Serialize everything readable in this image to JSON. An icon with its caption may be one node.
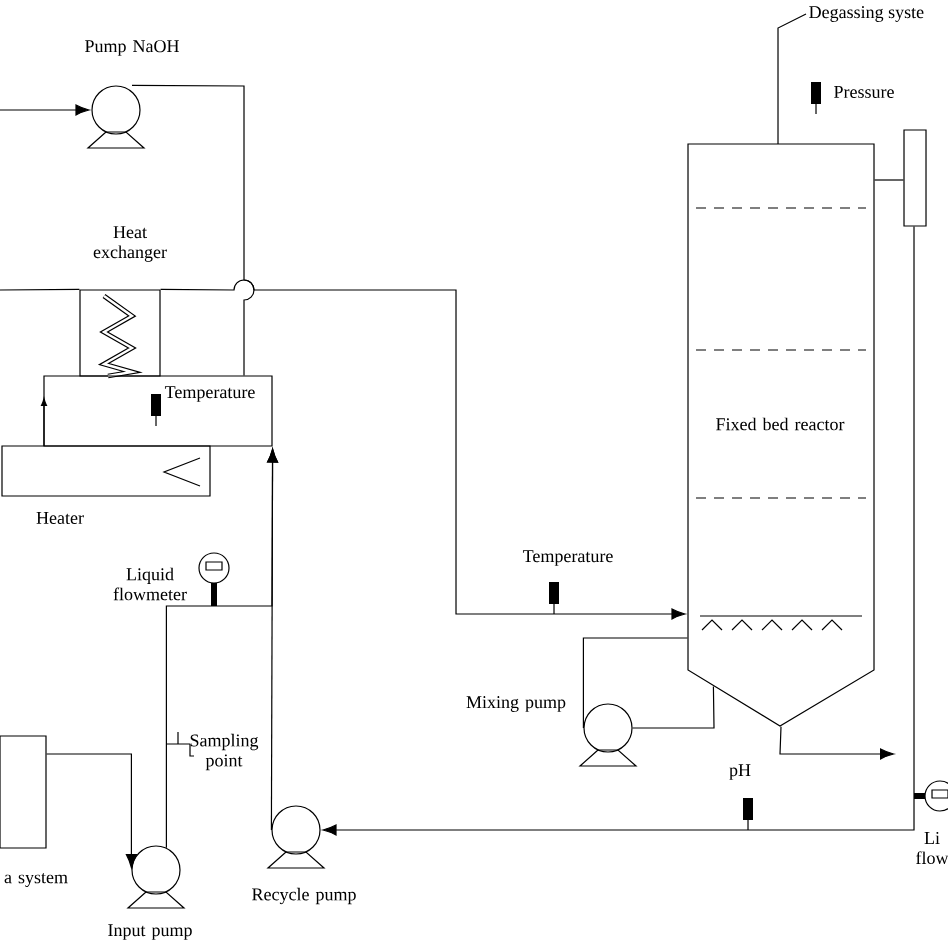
{
  "diagram": {
    "nodes": [
      {
        "text": [
          "Pump NaOH"
        ]
      },
      {
        "text": [
          "Heat exchanger"
        ]
      },
      {
        "text": [],
        "shape": "box"
      },
      {
        "text": [
          "Heater"
        ]
      },
      {
        "text": [
          "Fixed bed reactor"
        ]
      },
      {
        "text": [
          "Degassing syste"
        ]
      },
      {
        "text": [],
        "shape": "box"
      },
      {
        "text": [
          "Liquid flowmeter"
        ]
      },
      {
        "text": [
          "a system"
        ]
      },
      {
        "text": [
          "Input pump"
        ]
      },
      {
        "text": [
          "Recycle pump"
        ]
      },
      {
        "text": [
          "Mixing pump"
        ]
      },
      {
        "text": [
          "Li flow"
        ]
      }
    ],
    "edges": [
      {
        "from": null,
        "to": 0,
        "arrow": "to"
      },
      {
        "from": 0,
        "to": 2,
        "arrow": "none"
      },
      {
        "from": null,
        "to": 1,
        "arrow": "none"
      },
      {
        "from": 1,
        "to": 4,
        "arrow": "to"
      },
      {
        "from": 8,
        "to": 9,
        "arrow": "to"
      },
      {
        "from": 9,
        "to": 2,
        "arrow": "to"
      },
      {
        "from": 10,
        "to": 2,
        "arrow": "to"
      },
      {
        "from": 4,
        "to": 11,
        "arrow": "none"
      },
      {
        "from": 11,
        "to": 4,
        "arrow": "none"
      },
      {
        "from": 4,
        "to": null,
        "arrow": "to"
      },
      {
        "from": 4,
        "to": 6,
        "arrow": "none"
      },
      {
        "from": 6,
        "to": 10,
        "arrow": "to"
      },
      {
        "from": 4,
        "to": 5,
        "arrow": "none"
      }
    ],
    "labels": [
      "Pressure",
      "Temperature",
      "Temperature",
      "Sampling point",
      "pH"
    ]
  }
}
